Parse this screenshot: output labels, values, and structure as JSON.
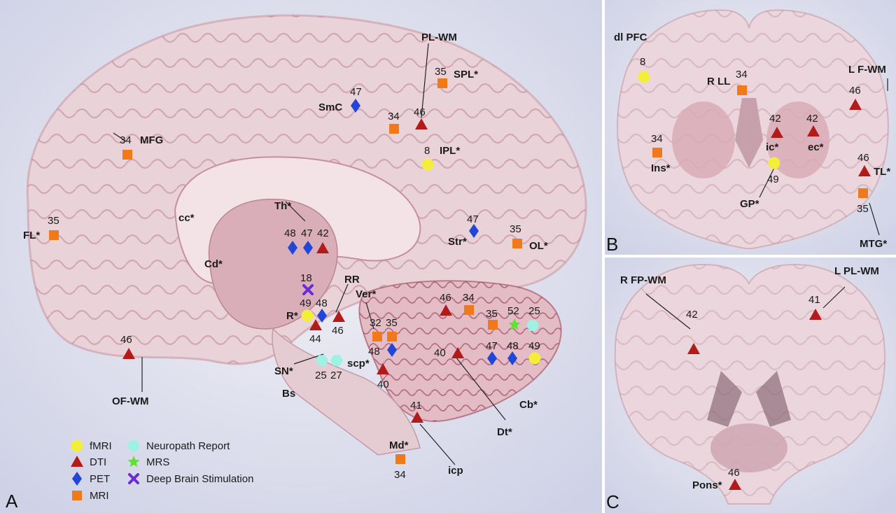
{
  "colors": {
    "fmri": "#f2ee3a",
    "dti": "#b31b1b",
    "pet": "#2247d8",
    "mri": "#f07a1a",
    "neuropath": "#9ef2e4",
    "mrs": "#5ce32a",
    "dbs": "#6b2bd6",
    "background": "#e6e7f2",
    "tissue": "#e8d3d8",
    "gray_matter": "#c79aa5"
  },
  "panels": {
    "a": {
      "letter": "A",
      "labels": {
        "pl_wm": "PL-WM",
        "spl": "SPL*",
        "smc": "SmC",
        "ipl": "IPL*",
        "mfg": "MFG",
        "cc": "cc*",
        "th": "Th*",
        "fl": "FL*",
        "cd": "Cd*",
        "str": "Str*",
        "ol": "OL*",
        "rr": "RR",
        "ver": "Ver*",
        "r": "R*",
        "sn": "SN*",
        "scp": "scp*",
        "bs": "Bs",
        "of_wm": "OF-WM",
        "cb": "Cb*",
        "dt": "Dt*",
        "md": "Md*",
        "icp": "icp"
      },
      "numbers": {
        "pl_pet_47": "47",
        "pl_dti_46": "46",
        "pl_mri_34": "34",
        "spl_mri_35": "35",
        "ipl_fmri_8": "8",
        "mfg_mri_34": "34",
        "fl_mri_35": "35",
        "th_pet_48": "48",
        "th_pet_47": "47",
        "th_dti_42": "42",
        "str_pet_47": "47",
        "ol_mri_35": "35",
        "dbs_18": "18",
        "r_fmri_49": "49",
        "r_pet_48": "48",
        "r_dti_44": "44",
        "rr_dti_46": "46",
        "ver_mri_32": "32",
        "ver_mri_35": "35",
        "ver_pet_48": "48",
        "sn_neuro_25": "25",
        "sn_neuro_27": "27",
        "scp_dti_40": "40",
        "cb_dti_46": "46",
        "cb_mri_34": "34",
        "cb_mri_35": "35",
        "cb_mrs_52": "52",
        "cb_neuro_25": "25",
        "dt_dti_40": "40",
        "cb_pet_47": "47",
        "cb_pet_48": "48",
        "cb_fmri_49": "49",
        "of_dti_46": "46",
        "md_dti_41": "41",
        "md_mri_34": "34"
      }
    },
    "b": {
      "letter": "B",
      "labels": {
        "dlpfc": "dl PFC",
        "rll": "R LL",
        "lfwm": "L F-WM",
        "ic": "ic*",
        "ec": "ec*",
        "ins": "Ins*",
        "tl": "TL*",
        "gp": "GP*",
        "mtg": "MTG*"
      },
      "numbers": {
        "dlpfc_8": "8",
        "rll_34": "34",
        "lfwm_46": "46",
        "ic_42": "42",
        "ec_42": "42",
        "ins_34": "34",
        "tl_46": "46",
        "gp_49": "49",
        "mtg_35": "35"
      }
    },
    "c": {
      "letter": "C",
      "labels": {
        "rfpwm": "R FP-WM",
        "lplwm": "L PL-WM",
        "pons": "Pons*"
      },
      "numbers": {
        "rfpwm_42": "42",
        "lplwm_41": "41",
        "pons_46": "46"
      }
    }
  },
  "legend": {
    "fmri": "fMRI",
    "dti": "DTI",
    "pet": "PET",
    "mri": "MRI",
    "neuropath": "Neuropath Report",
    "mrs": "MRS",
    "dbs": "Deep Brain Stimulation"
  }
}
